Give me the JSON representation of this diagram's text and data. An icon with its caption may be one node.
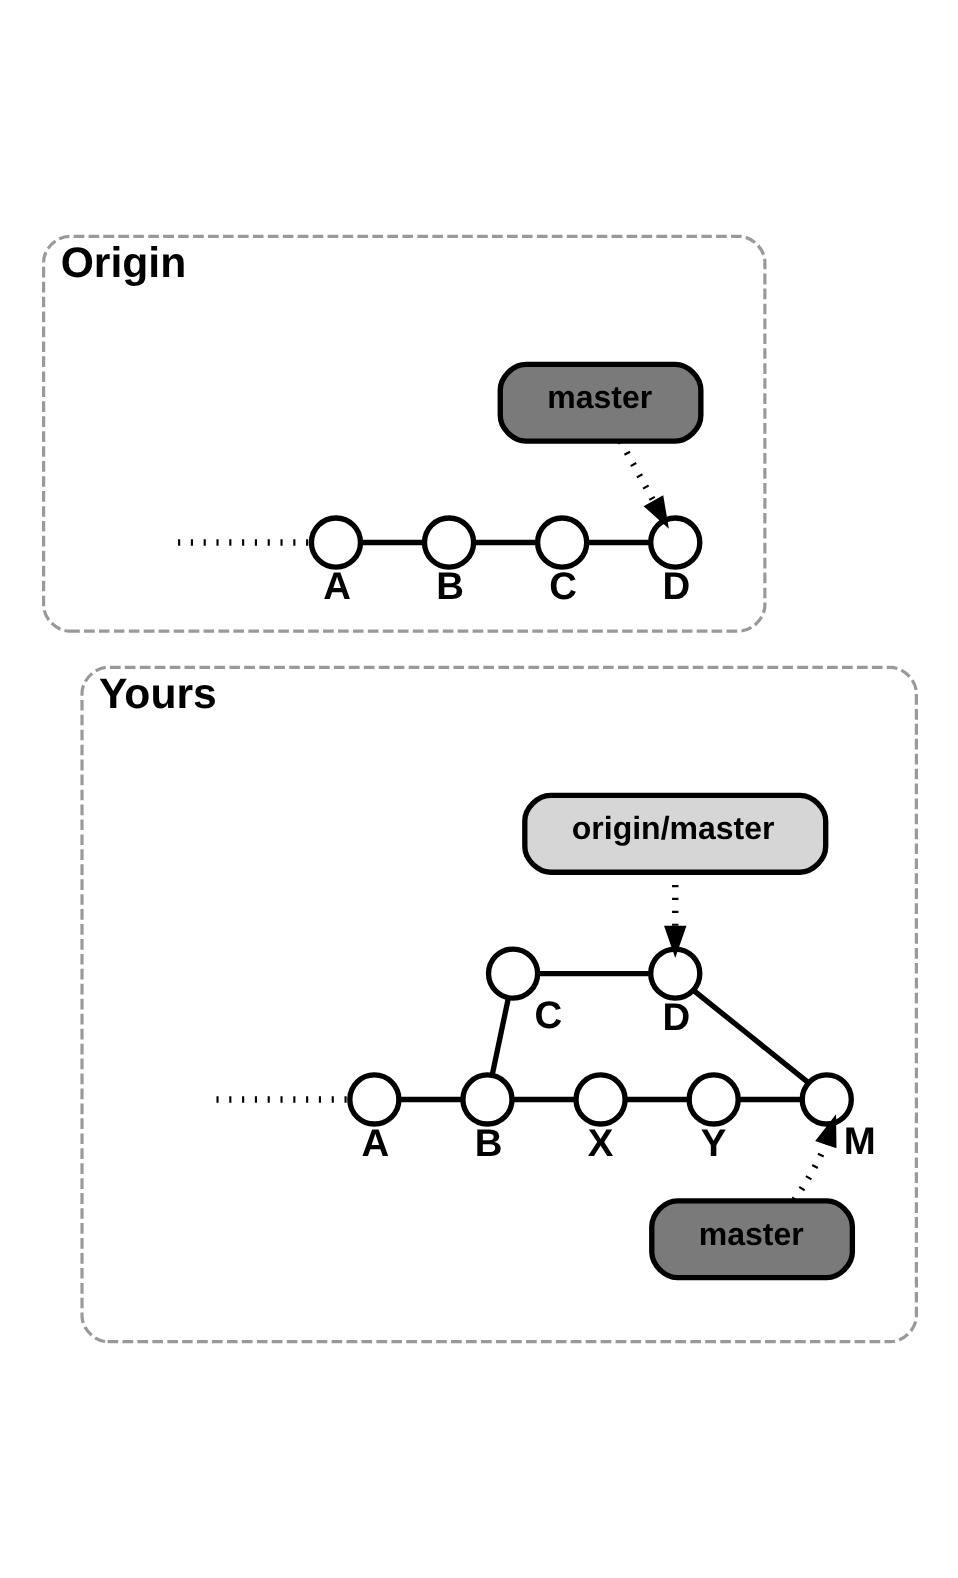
{
  "diagram": {
    "nodes": [
      {
        "text": [
          "Origin"
        ]
      },
      {
        "text": [
          "master"
        ],
        "in": 0
      },
      {
        "text": [],
        "shape": "circle",
        "beside": [
          "A"
        ],
        "in": 0
      },
      {
        "text": [],
        "shape": "circle",
        "beside": [
          "B"
        ],
        "in": 0
      },
      {
        "text": [],
        "shape": "circle",
        "beside": [
          "C"
        ],
        "in": 0
      },
      {
        "text": [],
        "shape": "circle",
        "beside": [
          "D"
        ],
        "in": 0
      },
      {
        "text": [
          "Yours"
        ]
      },
      {
        "text": [
          "origin/master"
        ],
        "in": 6
      },
      {
        "text": [],
        "shape": "circle",
        "beside": [
          "C"
        ],
        "in": 6
      },
      {
        "text": [],
        "shape": "circle",
        "beside": [
          "D"
        ],
        "in": 6
      },
      {
        "text": [],
        "shape": "circle",
        "beside": [
          "A"
        ],
        "in": 6
      },
      {
        "text": [],
        "shape": "circle",
        "beside": [
          "B"
        ],
        "in": 6
      },
      {
        "text": [],
        "shape": "circle",
        "beside": [
          "X"
        ],
        "in": 6
      },
      {
        "text": [],
        "shape": "circle",
        "beside": [
          "Y"
        ],
        "in": 6
      },
      {
        "text": [],
        "shape": "circle",
        "beside": [
          "M"
        ],
        "in": 6
      },
      {
        "text": [
          "master"
        ],
        "in": 6
      }
    ],
    "edges": [
      {
        "from": null,
        "to": 2,
        "arrow": "none",
        "style": "dashed"
      },
      {
        "from": 2,
        "to": 3,
        "arrow": "none"
      },
      {
        "from": 3,
        "to": 4,
        "arrow": "none"
      },
      {
        "from": 4,
        "to": 5,
        "arrow": "none"
      },
      {
        "from": 1,
        "to": 5,
        "arrow": "to",
        "style": "dashed"
      },
      {
        "from": null,
        "to": 10,
        "arrow": "none",
        "style": "dashed"
      },
      {
        "from": 10,
        "to": 11,
        "arrow": "none"
      },
      {
        "from": 11,
        "to": 12,
        "arrow": "none"
      },
      {
        "from": 12,
        "to": 13,
        "arrow": "none"
      },
      {
        "from": 13,
        "to": 14,
        "arrow": "none"
      },
      {
        "from": 11,
        "to": 8,
        "arrow": "none"
      },
      {
        "from": 8,
        "to": 9,
        "arrow": "none"
      },
      {
        "from": 9,
        "to": 14,
        "arrow": "none"
      },
      {
        "from": 7,
        "to": 9,
        "arrow": "to",
        "style": "dashed"
      },
      {
        "from": 15,
        "to": 14,
        "arrow": "to",
        "style": "dashed"
      }
    ]
  }
}
